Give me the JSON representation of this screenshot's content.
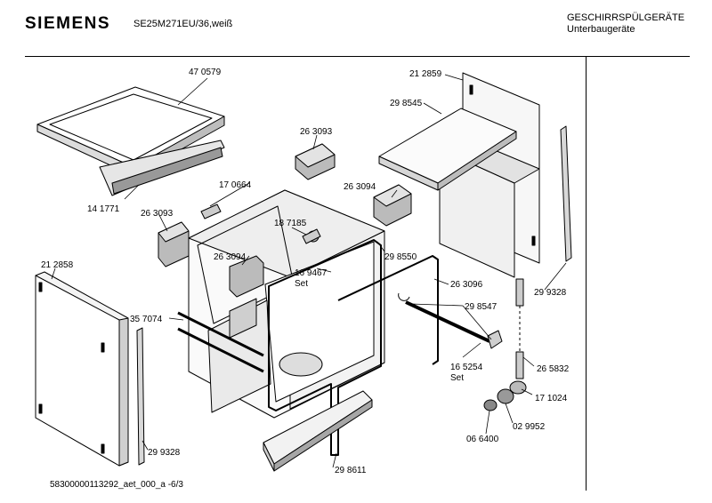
{
  "header": {
    "brand": "SIEMENS",
    "model": "SE25M271EU/36,weiß",
    "category_line1": "GESCHIRRSPÜLGERÄTE",
    "category_line2": "Unterbaugeräte"
  },
  "footer": {
    "document_code": "58300000113292_aet_000_a   -6/3"
  },
  "parts": {
    "p470579": "47 0579",
    "p141771": "14 1771",
    "p263093a": "26 3093",
    "p170664": "17 0664",
    "p263093b": "26 3093",
    "p187185": "18 7185",
    "p263094a": "26 3094",
    "p263094b": "26 3094",
    "p212858": "21 2858",
    "p169467": "16 9467",
    "p169467_set": "Set",
    "p357074": "35 7074",
    "p212859": "21 2859",
    "p298545": "29 8545",
    "p298550": "29 8550",
    "p263096": "26 3096",
    "p298547": "29 8547",
    "p165254": "16 5254",
    "p165254_set": "Set",
    "p299328a": "29 9328",
    "p265832": "26 5832",
    "p171024": "17 1024",
    "p029952": "02 9952",
    "p066400": "06 6400",
    "p299328b": "29 9328",
    "p298611": "29 8611"
  }
}
